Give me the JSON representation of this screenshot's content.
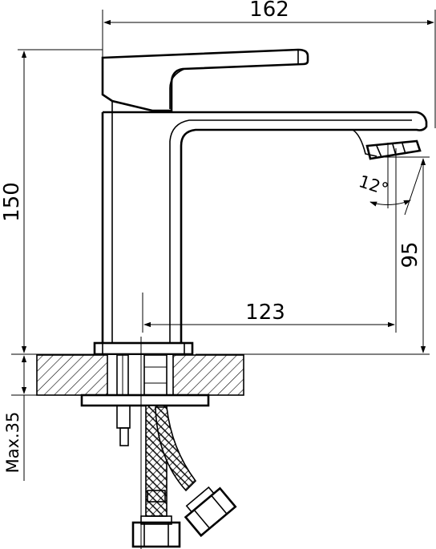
{
  "dimensions": {
    "width_total": "162",
    "height_total": "150",
    "spout_height": "95",
    "spout_reach": "123",
    "spout_angle": "12°",
    "deck_thickness_max": "Max.35"
  }
}
